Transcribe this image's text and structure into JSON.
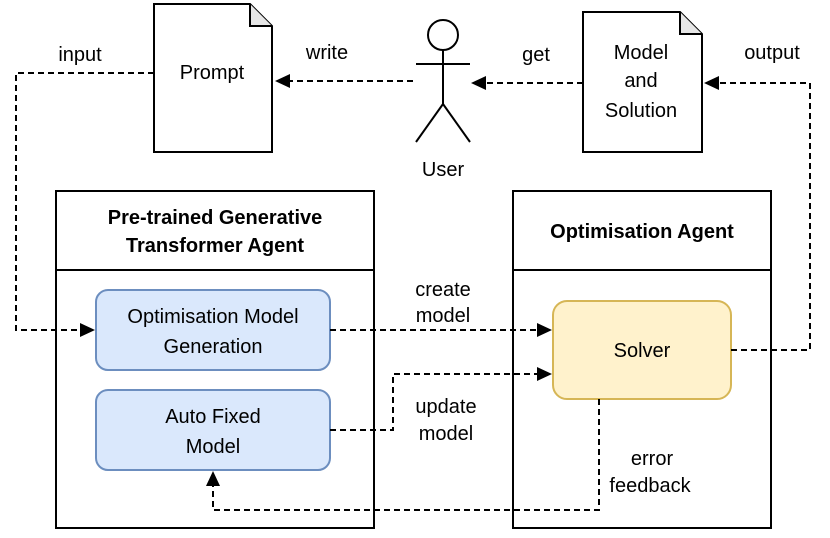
{
  "nodes": {
    "prompt": "Prompt",
    "model_solution": [
      "Model",
      "and",
      "Solution"
    ],
    "user": "User",
    "pgt_agent_title": [
      "Pre-trained Generative",
      "Transformer Agent"
    ],
    "opt_agent_title": "Optimisation Agent",
    "opt_model_gen": [
      "Optimisation Model",
      "Generation"
    ],
    "auto_fixed": [
      "Auto Fixed",
      "Model"
    ],
    "solver": "Solver"
  },
  "edges": {
    "input": "input",
    "write": "write",
    "get": "get",
    "output": "output",
    "create_model": [
      "create",
      "model"
    ],
    "update_model": [
      "update",
      "model"
    ],
    "error_feedback": [
      "error",
      "feedback"
    ]
  },
  "colors": {
    "blue_fill": "#dae8fc",
    "blue_stroke": "#6c8ebf",
    "yellow_fill": "#fff2cc",
    "yellow_stroke": "#d6b656"
  }
}
